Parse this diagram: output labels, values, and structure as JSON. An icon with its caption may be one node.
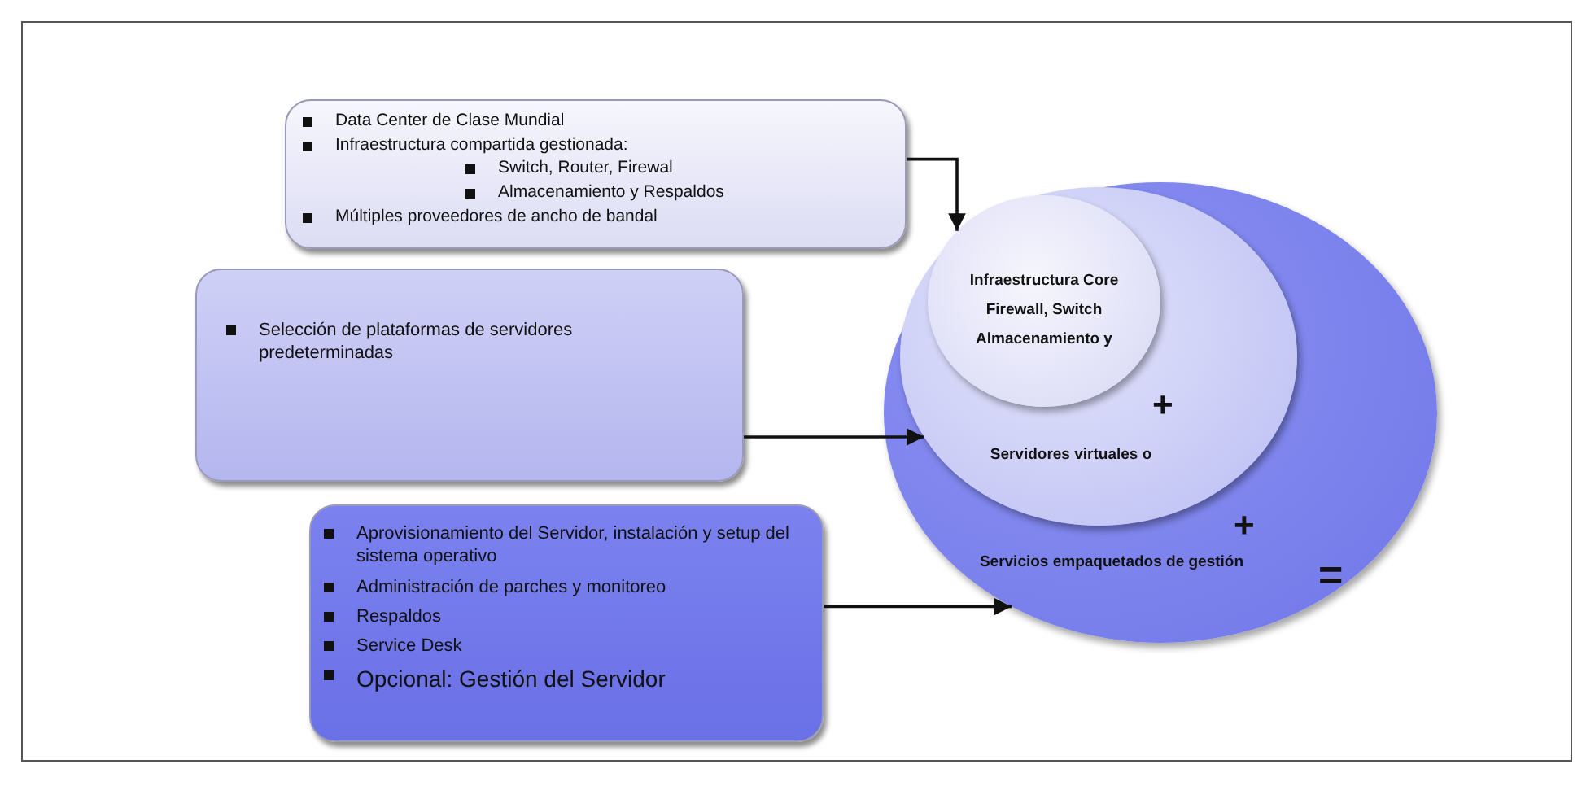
{
  "diagram": {
    "nodes": [
      {
        "text": [
          "Data Center de Clase Mundial",
          "Infraestructura compartida gestionada:",
          "Switch, Router, Firewal",
          "Almacenamiento y Respaldos",
          "Múltiples proveedores de ancho de bandal"
        ]
      },
      {
        "text": [
          "Selección de plataformas de servidores predeterminadas"
        ]
      },
      {
        "text": [
          "Aprovisionamiento del Servidor, instalación y setup del sistema operativo",
          "Administración de parches y monitoreo",
          "Respaldos",
          "Service Desk",
          "Opcional: Gestión del Servidor"
        ]
      },
      {
        "text": [
          "Servicios empaquetados de gestión"
        ]
      },
      {
        "text": [
          "Servidores virtuales o"
        ],
        "in": 3
      },
      {
        "text": [
          "Infraestructura Core",
          "Firewall, Switch",
          "Almacenamiento y"
        ],
        "in": 4
      }
    ],
    "edges": [
      {
        "from": 0,
        "to": 5,
        "arrow": "to"
      },
      {
        "from": 1,
        "to": 4,
        "arrow": "to"
      },
      {
        "from": 2,
        "to": 3,
        "arrow": "to"
      }
    ],
    "labels": [
      "+",
      "+",
      "="
    ]
  }
}
